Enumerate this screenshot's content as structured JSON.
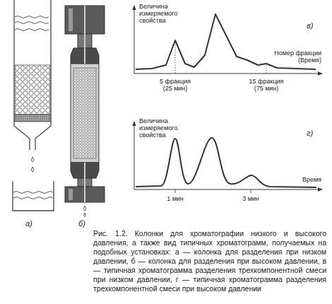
{
  "diagram": {
    "caption": "Рис. 1.2. Колонки для хроматографии низкого и высокого давления, а также вид типичных хроматограмм, получаемых на подобных установках: а — колонка для разделения при низком давлении, б — колонка для разделения при высоком давлении, в — типичная хроматограмма разделения трехкомпонентной смеси при низком давлении, г — типичная хроматограмма разделения трехкомпонентной смеси при высоком давлении",
    "labels": [
      "Величина измеряемого свойства",
      "в)",
      "5 фракция (25 мин)",
      "15 фракция (75 мин)",
      "Номер фракции (Время)",
      "Величина измеряемого свойства",
      "г)",
      "1 мин",
      "3 мин",
      "Время",
      "а)",
      "б)"
    ]
  }
}
